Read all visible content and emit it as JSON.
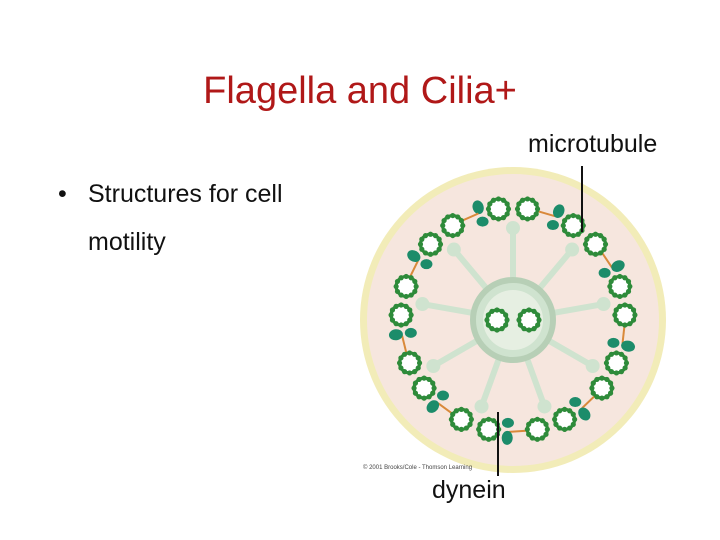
{
  "slide": {
    "title": "Flagella and Cilia+",
    "bullets": [
      {
        "marker": "•",
        "line1": "Structures for cell",
        "line2": "motility"
      }
    ]
  },
  "figure": {
    "label_microtubule": "microtubule",
    "label_dynein": "dynein",
    "credit": "© 2001 Brooks/Cole - Thomson Learning"
  },
  "colors": {
    "title": "#b01818",
    "membrane_outer": "#f2ecb8",
    "cell_fill": "#f6e6de",
    "tubule_green": "#2e8b3a",
    "dynein_teal": "#1c8c6a",
    "spoke_fill": "#cfe3cf",
    "link_orange": "#d9893a"
  }
}
